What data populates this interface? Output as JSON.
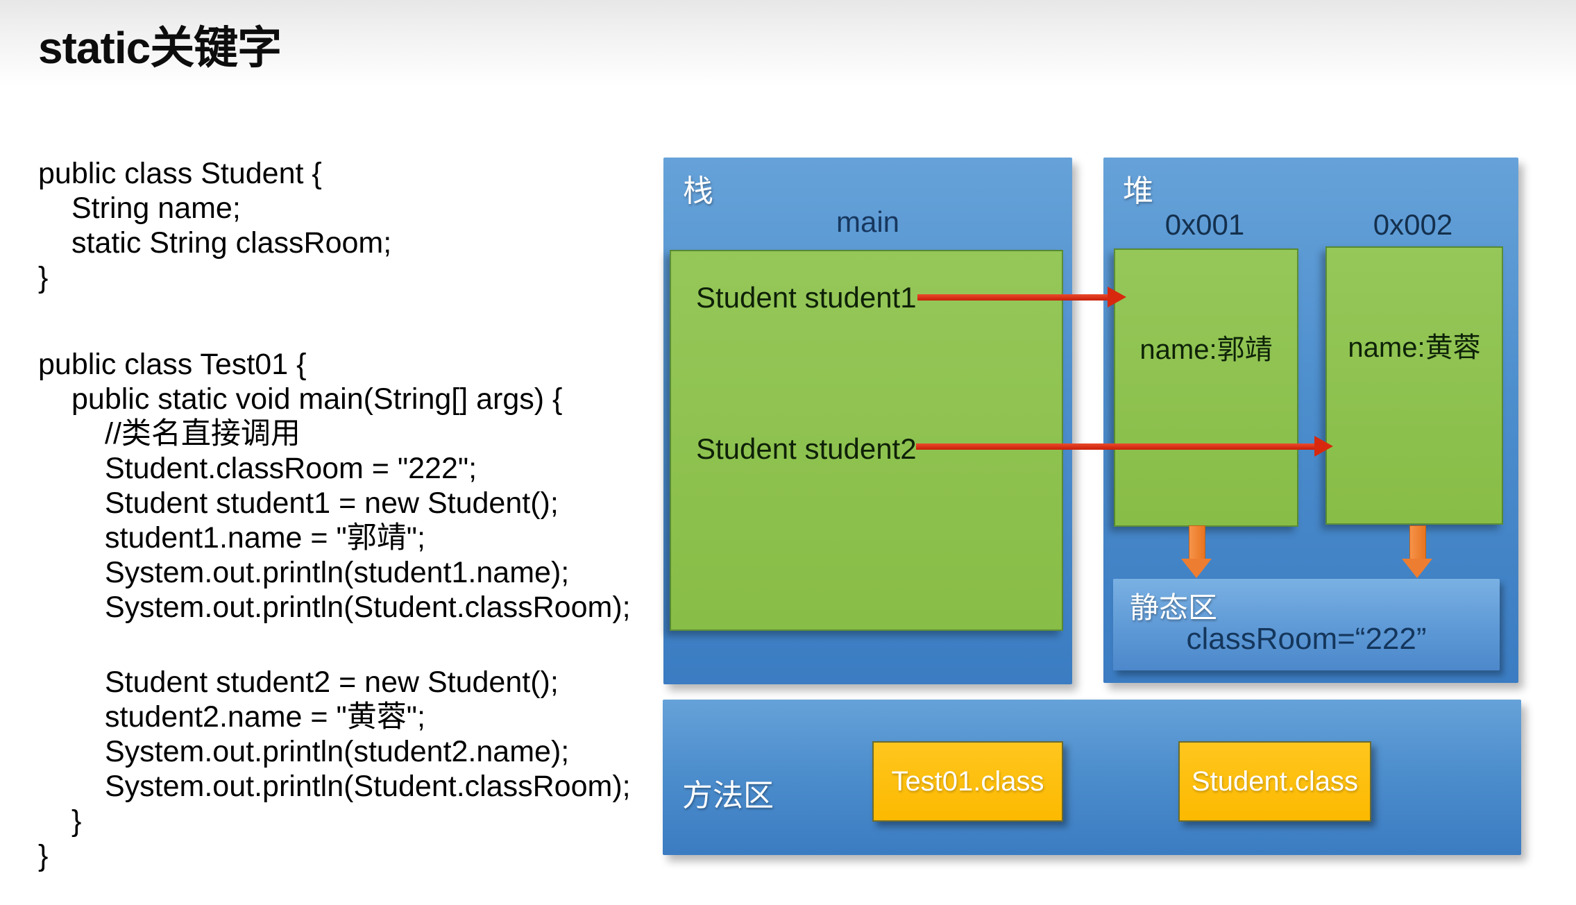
{
  "slide": {
    "title": "static关键字"
  },
  "code": {
    "blocks": [
      {
        "lines": [
          {
            "text": "public class Student {",
            "indent": 0
          },
          {
            "text": "String name;",
            "indent": 1
          },
          {
            "text": "static String classRoom;",
            "indent": 1
          },
          {
            "text": "}",
            "indent": 0
          }
        ]
      },
      {
        "lines": [
          {
            "text": "public class Test01 {",
            "indent": 0
          },
          {
            "text": "public static void main(String[] args) {",
            "indent": 1
          },
          {
            "text": "//类名直接调用",
            "indent": 2
          },
          {
            "text": "Student.classRoom = \"222\";",
            "indent": 2
          },
          {
            "text": "Student student1 = new Student();",
            "indent": 2
          },
          {
            "text": "student1.name = \"郭靖\";",
            "indent": 2
          },
          {
            "text": "System.out.println(student1.name);",
            "indent": 2
          },
          {
            "text": "System.out.println(Student.classRoom);",
            "indent": 2
          },
          {
            "text": "",
            "indent": 0,
            "blank": true
          },
          {
            "text": "Student student2 = new Student();",
            "indent": 2
          },
          {
            "text": "student2.name = \"黄蓉\";",
            "indent": 2
          },
          {
            "text": "System.out.println(student2.name);",
            "indent": 2
          },
          {
            "text": "System.out.println(Student.classRoom);",
            "indent": 2
          },
          {
            "text": "}",
            "indent": 1
          },
          {
            "text": "}",
            "indent": 0
          }
        ]
      }
    ]
  },
  "diagram": {
    "stack": {
      "label": "栈",
      "frame_label": "main",
      "variables": [
        "Student student1",
        "Student student2"
      ]
    },
    "heap": {
      "label": "堆",
      "objects": [
        {
          "address": "0x001",
          "field": "name:郭靖"
        },
        {
          "address": "0x002",
          "field": "name:黄蓉"
        }
      ],
      "static_area": {
        "label": "静态区",
        "entry": "classRoom=“222”"
      }
    },
    "method_area": {
      "label": "方法区",
      "classes": [
        "Test01.class",
        "Student.class"
      ]
    }
  },
  "colors": {
    "panel_blue": "#4a89ca",
    "box_green": "#8dc24f",
    "class_box_yellow": "#ffc01e",
    "reference_arrow_red": "#d8290f",
    "static_arrow_orange": "#ed7d31",
    "label_navy": "#17375e"
  }
}
